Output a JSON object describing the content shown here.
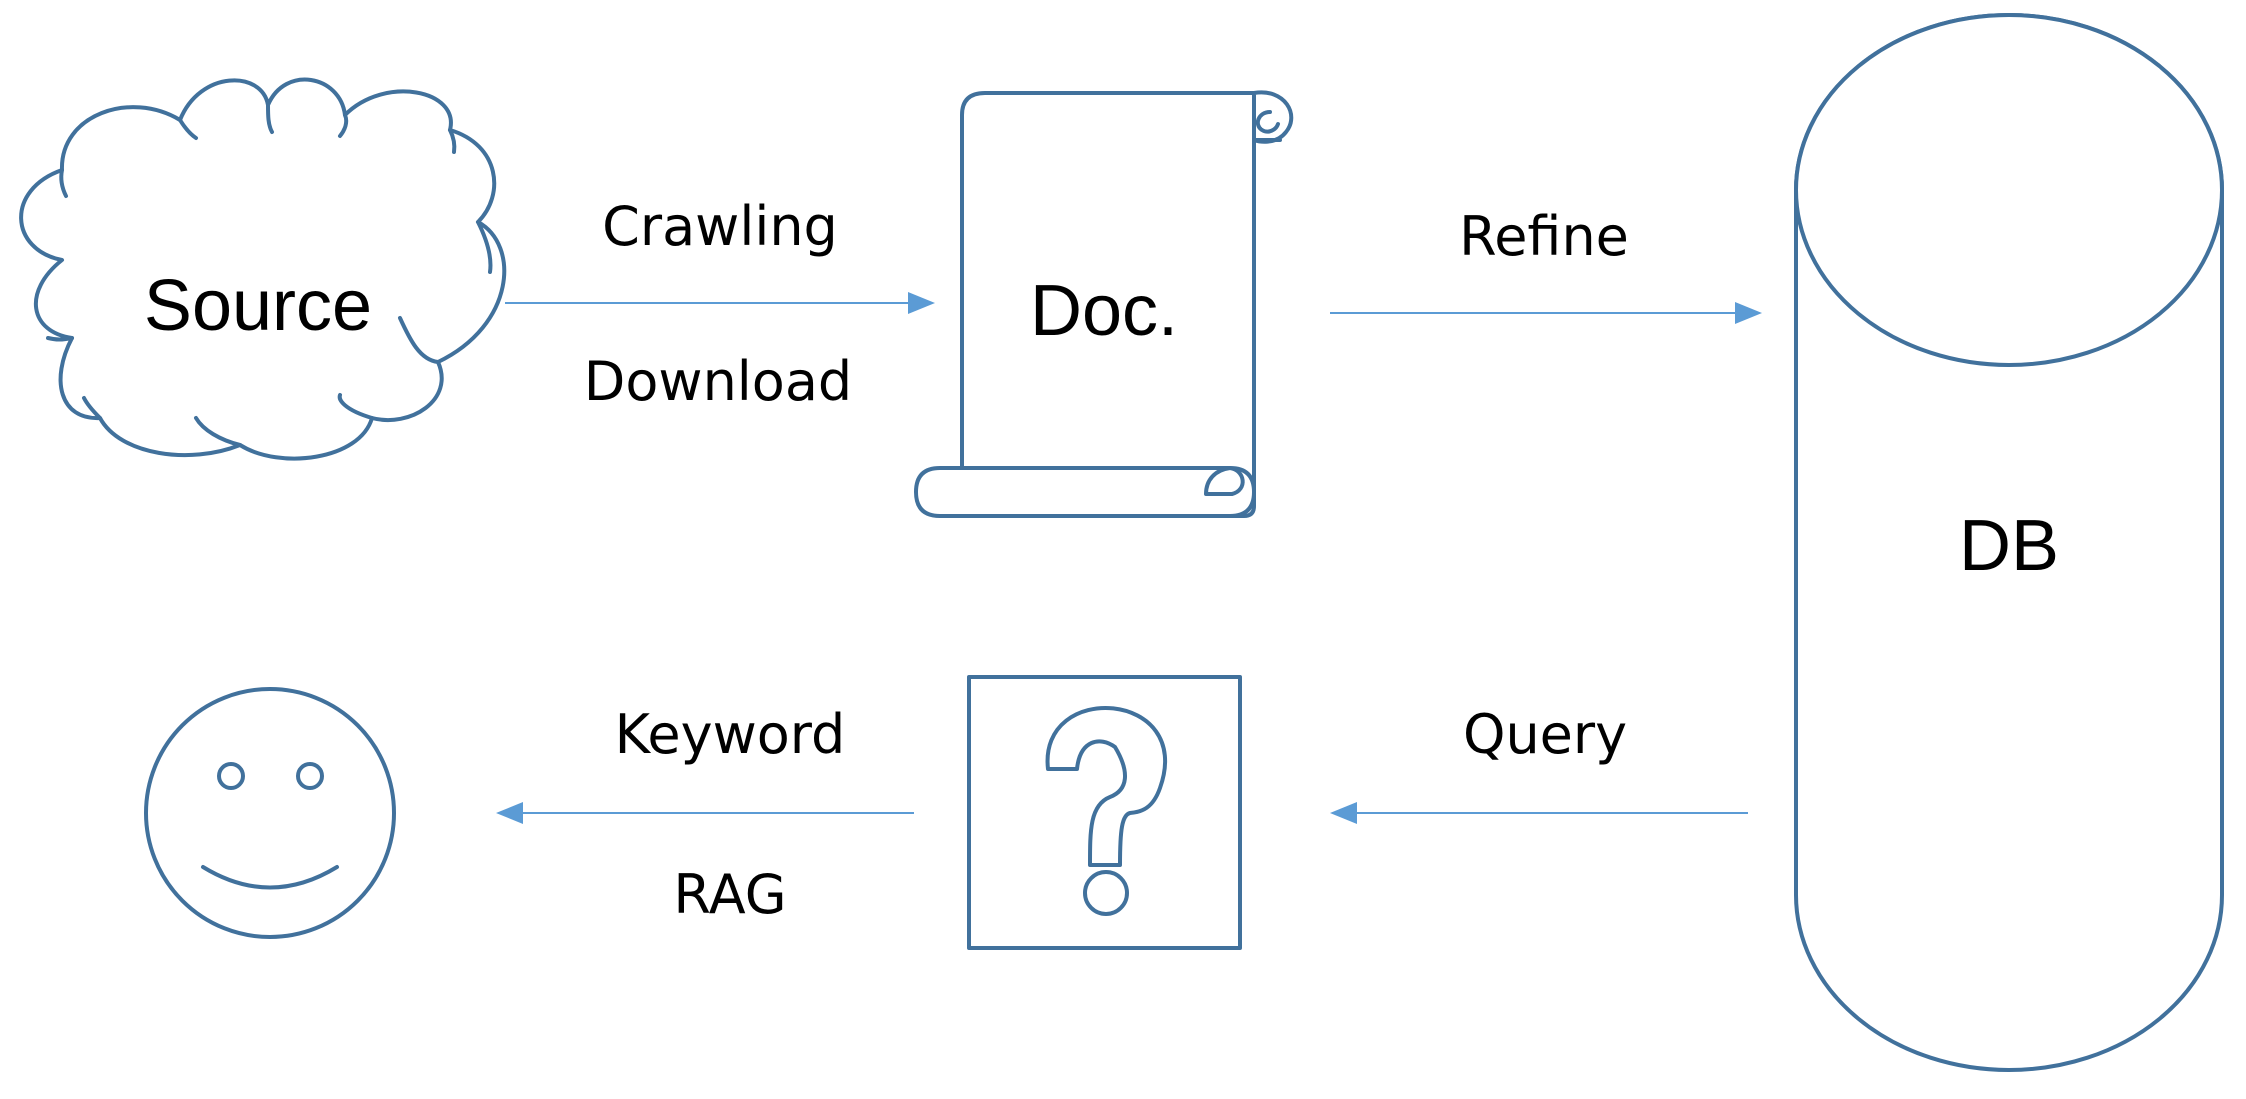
{
  "nodes": {
    "source": {
      "label": "Source",
      "shape": "cloud"
    },
    "doc": {
      "label": "Doc.",
      "shape": "scroll"
    },
    "db": {
      "label": "DB",
      "shape": "cylinder"
    },
    "question": {
      "label": "",
      "shape": "question-mark-box",
      "icon": "question-mark-icon"
    },
    "user": {
      "label": "",
      "shape": "smiley",
      "icon": "smiley-face-icon"
    }
  },
  "edges": {
    "source_to_doc": {
      "from": "Source",
      "to": "Doc.",
      "label_top": "Crawling",
      "label_bottom": "Download"
    },
    "doc_to_db": {
      "from": "Doc.",
      "to": "DB",
      "label_top": "Refine"
    },
    "db_to_question": {
      "from": "DB",
      "to": "question",
      "label_top": "Query"
    },
    "question_to_user": {
      "from": "question",
      "to": "user",
      "label_top": "Keyword",
      "label_bottom": "RAG"
    }
  },
  "colors": {
    "shape_stroke": "#41719c",
    "arrow": "#5b9bd5",
    "text": "#000000",
    "background": "#ffffff"
  }
}
